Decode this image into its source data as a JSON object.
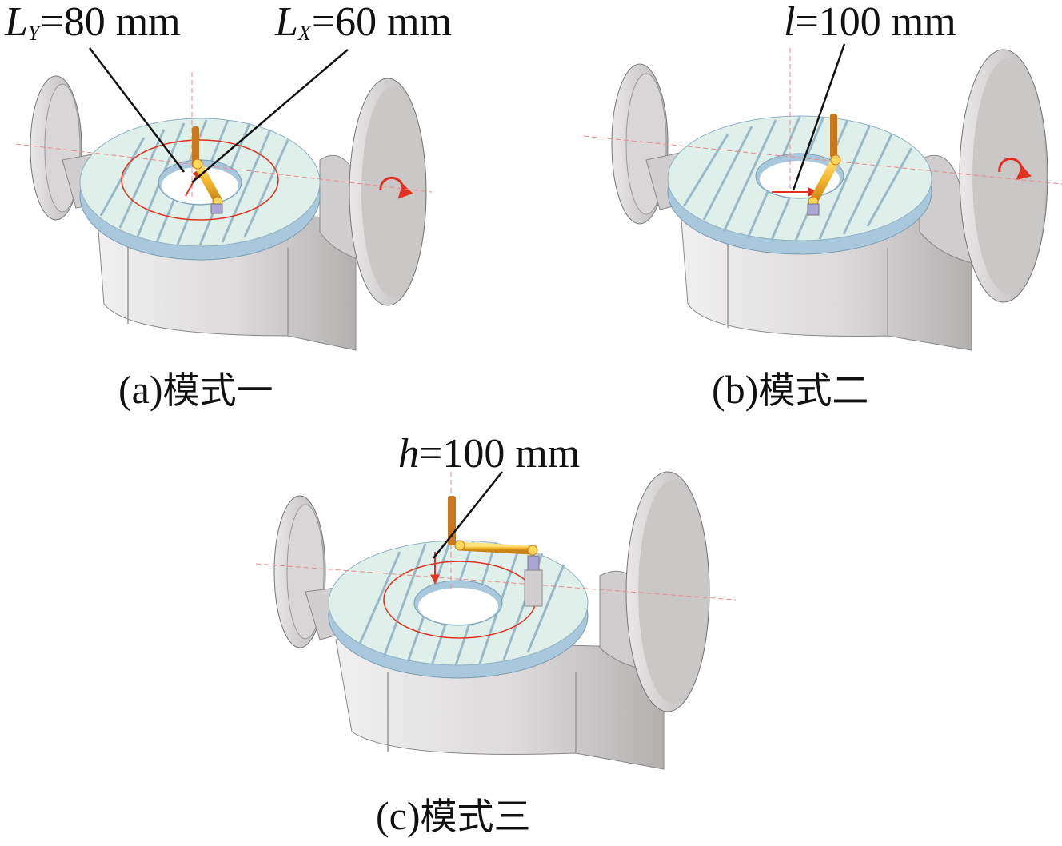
{
  "colors": {
    "table_top": "#dff0ea",
    "table_side": "#a9c8dc",
    "body_light": "#e3e1e1",
    "body_dark": "#9c9898",
    "disc_face": "#c8c5c6",
    "rod": "#f0b428",
    "rod_dark": "#c8781a",
    "marker_red": "#e03020"
  },
  "icons": [
    "rotation-arrow-icon"
  ],
  "panels": [
    {
      "id": "a",
      "caption_letter": "(a)",
      "caption_text": "模式一",
      "dimensions": [
        {
          "symbol": "L",
          "subscript": "Y",
          "value": "=80 mm"
        },
        {
          "symbol": "L",
          "subscript": "X",
          "value": "=60 mm"
        }
      ]
    },
    {
      "id": "b",
      "caption_letter": "(b)",
      "caption_text": "模式二",
      "dimensions": [
        {
          "symbol": "l",
          "subscript": "",
          "value": "=100 mm"
        }
      ]
    },
    {
      "id": "c",
      "caption_letter": "(c)",
      "caption_text": "模式三",
      "dimensions": [
        {
          "symbol": "h",
          "subscript": "",
          "value": "=100 mm"
        }
      ]
    }
  ]
}
